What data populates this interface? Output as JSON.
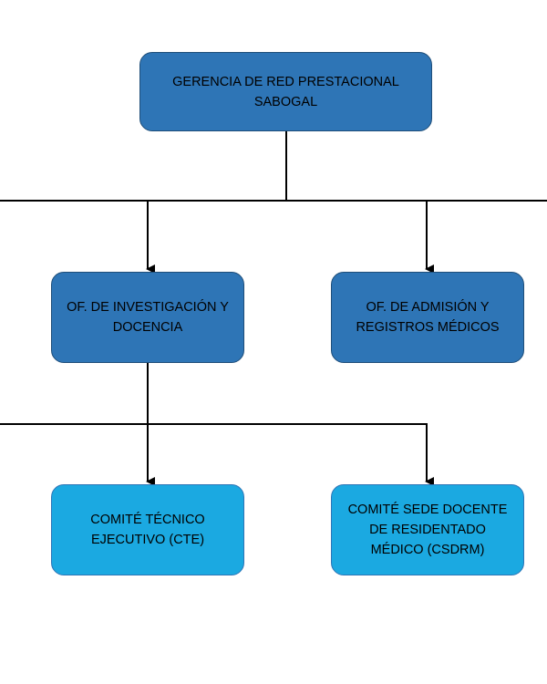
{
  "org_chart": {
    "root": {
      "label": "GERENCIA DE RED PRESTACIONAL\nSABOGAL"
    },
    "offices": [
      {
        "label": "OF. DE INVESTIGACIÓN Y\nDOCENCIA"
      },
      {
        "label": "OF. DE ADMISIÓN Y\nREGISTROS MÉDICOS"
      }
    ],
    "committees": [
      {
        "label": "COMITÉ TÉCNICO\nEJECUTIVO (CTE)"
      },
      {
        "label": "COMITÉ SEDE DOCENTE\nDE RESIDENTADO\nMÉDICO (CSDRM)"
      }
    ]
  },
  "colors": {
    "box_dark": "#2e75b6",
    "box_light": "#1ba9e1",
    "box_border": "#1f4e79",
    "connector": "#000000"
  }
}
